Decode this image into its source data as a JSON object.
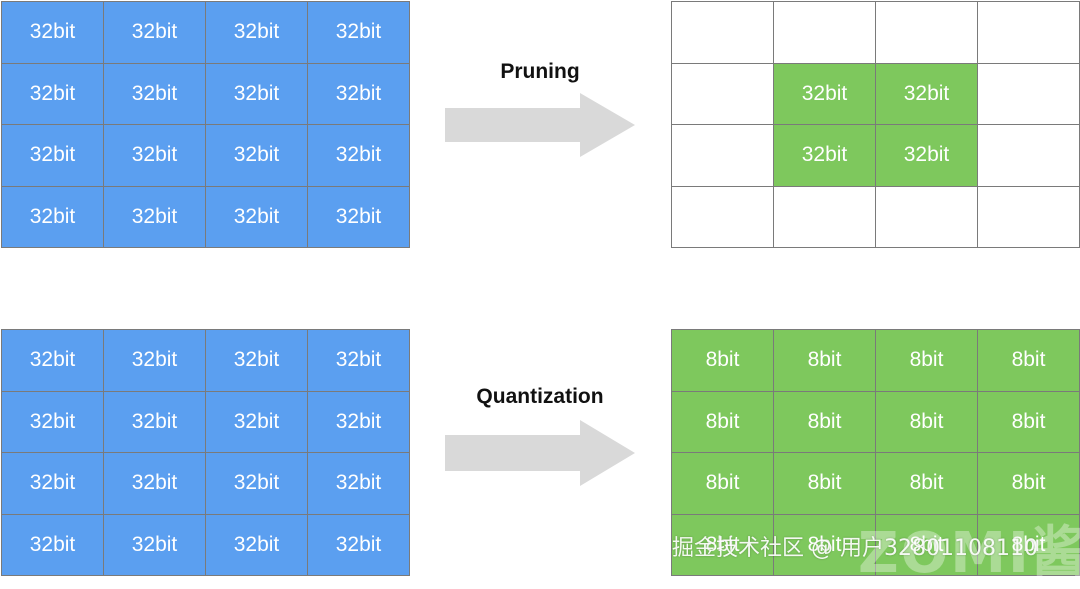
{
  "pruning": {
    "label": "Pruning",
    "source_cells": [
      "32bit",
      "32bit",
      "32bit",
      "32bit",
      "32bit",
      "32bit",
      "32bit",
      "32bit",
      "32bit",
      "32bit",
      "32bit",
      "32bit",
      "32bit",
      "32bit",
      "32bit",
      "32bit"
    ],
    "result_cells": [
      "",
      "",
      "",
      "",
      "",
      "32bit",
      "32bit",
      "",
      "",
      "32bit",
      "32bit",
      "",
      "",
      "",
      "",
      ""
    ]
  },
  "quantization": {
    "label": "Quantization",
    "source_cells": [
      "32bit",
      "32bit",
      "32bit",
      "32bit",
      "32bit",
      "32bit",
      "32bit",
      "32bit",
      "32bit",
      "32bit",
      "32bit",
      "32bit",
      "32bit",
      "32bit",
      "32bit",
      "32bit"
    ],
    "result_cells": [
      "8bit",
      "8bit",
      "8bit",
      "8bit",
      "8bit",
      "8bit",
      "8bit",
      "8bit",
      "8bit",
      "8bit",
      "8bit",
      "8bit",
      "8bit",
      "8bit",
      "8bit",
      "8bit"
    ]
  },
  "colors": {
    "blue": "#5b9ff0",
    "green": "#7ec85d",
    "arrow": "#d9d9d9"
  },
  "watermark": {
    "text": "掘金技术社区 @ 用户3280110811​0",
    "logo": "ZOMI酱"
  }
}
